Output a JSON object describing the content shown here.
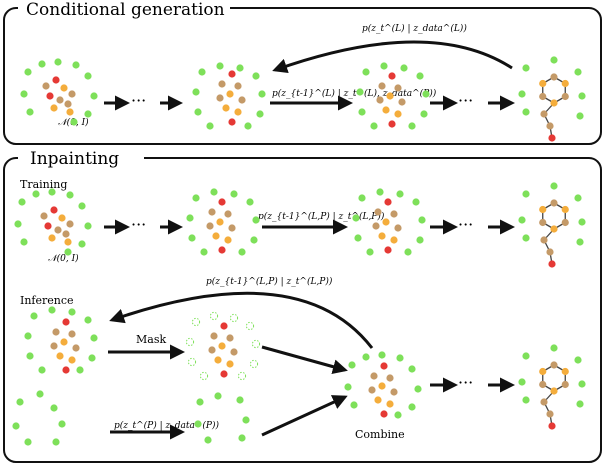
{
  "panels": {
    "top_title": "Conditional generation",
    "bottom_title": "Inpainting"
  },
  "labels": {
    "training": "Training",
    "inference": "Inference",
    "mask": "Mask",
    "combine": "Combine",
    "ellipsis": "···"
  },
  "math": {
    "noise_prior": "𝒩(0, I)",
    "cond_back": "p(z_t^(L) | z_data^(L))",
    "cond_step": "p(z_{t-1}^(L) | z_t^(L), z_data^(P))",
    "train_step": "p(z_{t-1}^(L,P) | z_t^(L,P))",
    "infer_back": "p(z_{t-1}^(L,P) | z_t^(L,P))",
    "noise_data": "p(z_t^(P) | z_data^(P))"
  },
  "colors": {
    "green": "#7ee05a",
    "brown": "#c49a68",
    "orange": "#f4ad3c",
    "red": "#e53935",
    "line": "#111111",
    "bond": "#444444"
  }
}
